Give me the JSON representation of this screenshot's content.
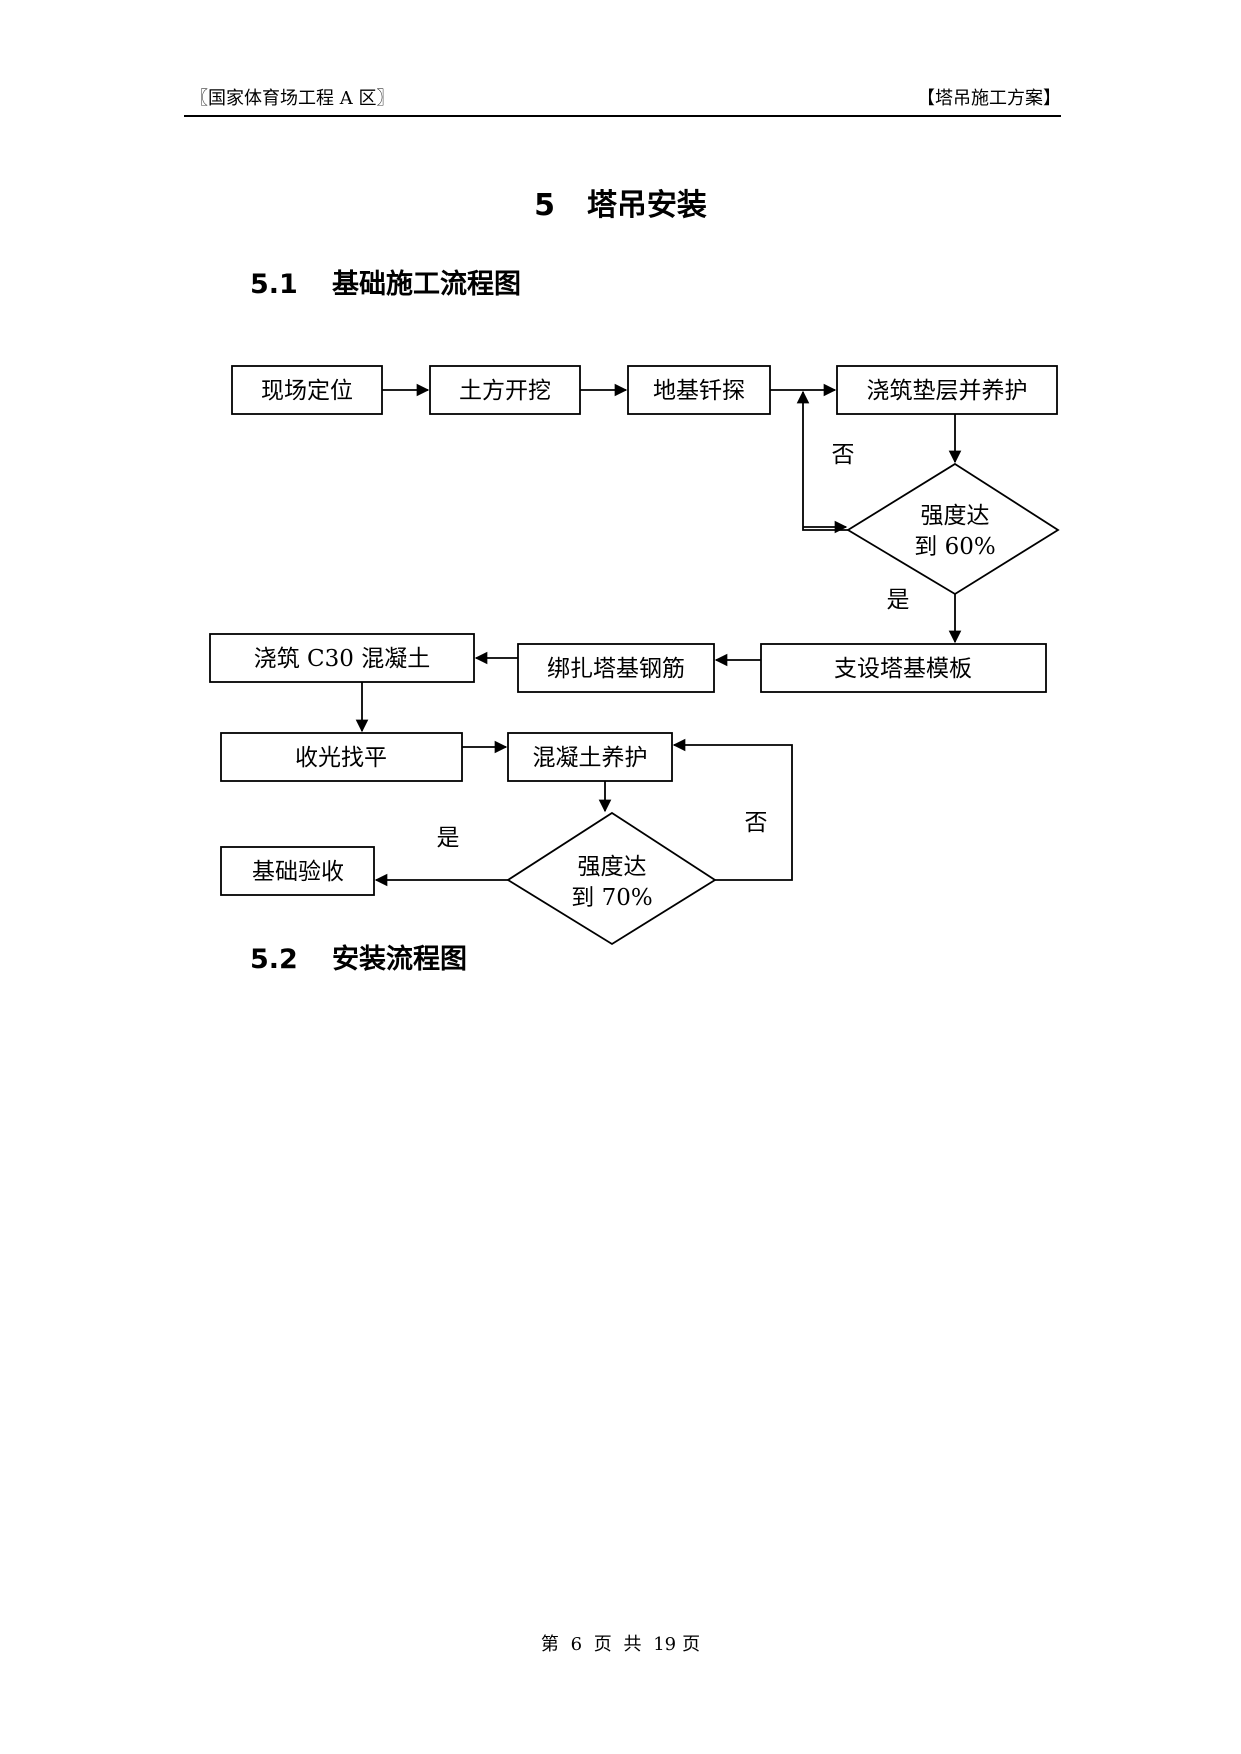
{
  "header": {
    "left": "〖国家体育场工程 A 区〗",
    "right": "【塔吊施工方案】"
  },
  "section": {
    "number": "5",
    "title": "塔吊安装"
  },
  "subsections": [
    {
      "number": "5.1",
      "title": "基础施工流程图"
    },
    {
      "number": "5.2",
      "title": "安装流程图"
    }
  ],
  "flowchart": {
    "steps": {
      "site_positioning": "现场定位",
      "excavation": "土方开挖",
      "foundation_probe": "地基钎探",
      "pour_cushion": "浇筑垫层并养护",
      "strength_60_line1": "强度达",
      "strength_60_line2": "到 60%",
      "set_formwork": "支设塔基模板",
      "bind_rebar": "绑扎塔基钢筋",
      "pour_c30": "浇筑 C30 混凝土",
      "finish_level": "收光找平",
      "concrete_curing": "混凝土养护",
      "strength_70_line1": "强度达",
      "strength_70_line2": "到 70%",
      "acceptance": "基础验收"
    },
    "labels": {
      "no_60": "否",
      "yes_60": "是",
      "no_70": "否",
      "yes_70": "是"
    }
  },
  "footer": {
    "prefix": "第",
    "page": "6",
    "page_unit": "页",
    "total_prefix": "共",
    "total": "19",
    "total_unit": "页"
  }
}
